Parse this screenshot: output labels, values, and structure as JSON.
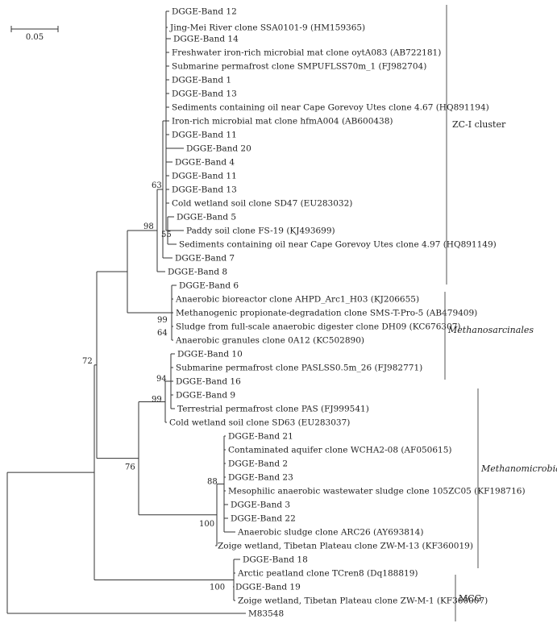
{
  "scale_bar": {
    "label": "0.05"
  },
  "leaves": [
    {
      "id": "L1",
      "label": "DGGE-Band 12"
    },
    {
      "id": "L2",
      "label": "Jing-Mei River clone SSA0101-9 (HM159365)"
    },
    {
      "id": "L3",
      "label": "DGGE-Band 14"
    },
    {
      "id": "L4",
      "label": "Freshwater iron-rich microbial mat clone oytA083 (AB722181)"
    },
    {
      "id": "L5",
      "label": "Submarine permafrost clone SMPUFLSS70m_1 (FJ982704)"
    },
    {
      "id": "L6",
      "label": "DGGE-Band 1"
    },
    {
      "id": "L7",
      "label": "DGGE-Band 13"
    },
    {
      "id": "L8",
      "label": "Sediments containing oil near Cape Gorevoy Utes clone 4.67 (HQ891194)"
    },
    {
      "id": "L9",
      "label": "Iron-rich microbial mat clone hfmA004 (AB600438)"
    },
    {
      "id": "L10",
      "label": "DGGE-Band 11"
    },
    {
      "id": "L11",
      "label": "DGGE-Band 20"
    },
    {
      "id": "L12",
      "label": "DGGE-Band 4"
    },
    {
      "id": "L13",
      "label": "DGGE-Band 11"
    },
    {
      "id": "L14",
      "label": "DGGE-Band 13"
    },
    {
      "id": "L15",
      "label": "Cold wetland soil clone SD47 (EU283032)"
    },
    {
      "id": "L16",
      "label": "DGGE-Band 5"
    },
    {
      "id": "L17",
      "label": "Paddy soil clone FS-19 (KJ493699)"
    },
    {
      "id": "L18",
      "label": "Sediments containing oil near Cape Gorevoy Utes clone 4.97 (HQ891149)"
    },
    {
      "id": "L19",
      "label": "DGGE-Band 7"
    },
    {
      "id": "L20",
      "label": "DGGE-Band 8"
    },
    {
      "id": "L21",
      "label": "DGGE-Band 6"
    },
    {
      "id": "L22",
      "label": "Anaerobic bioreactor clone AHPD_Arc1_H03 (KJ206655)"
    },
    {
      "id": "L23",
      "label": "Methanogenic propionate-degradation clone SMS-T-Pro-5 (AB479409)"
    },
    {
      "id": "L24",
      "label": "Sludge from full-scale anaerobic digester clone DH09 (KC676307)"
    },
    {
      "id": "L25",
      "label": "Anaerobic granules clone 0A12 (KC502890)"
    },
    {
      "id": "L26",
      "label": "DGGE-Band 10"
    },
    {
      "id": "L27",
      "label": "Submarine permafrost clone PASLSS0.5m_26 (FJ982771)"
    },
    {
      "id": "L28",
      "label": "DGGE-Band 16"
    },
    {
      "id": "L29",
      "label": "DGGE-Band 9"
    },
    {
      "id": "L30",
      "label": "Terrestrial permafrost clone PAS (FJ999541)"
    },
    {
      "id": "L31",
      "label": "Cold wetland soil clone SD63 (EU283037)"
    },
    {
      "id": "L32",
      "label": "DGGE-Band 21"
    },
    {
      "id": "L33",
      "label": "Contaminated aquifer clone WCHA2-08 (AF050615)"
    },
    {
      "id": "L34",
      "label": "DGGE-Band 2"
    },
    {
      "id": "L35",
      "label": "DGGE-Band 23"
    },
    {
      "id": "L36",
      "label": "Mesophilic anaerobic wastewater sludge clone 105ZC05 (KF198716)"
    },
    {
      "id": "L37",
      "label": "DGGE-Band 3"
    },
    {
      "id": "L38",
      "label": "DGGE-Band 22"
    },
    {
      "id": "L39",
      "label": "Anaerobic sludge clone ARC26 (AY693814)"
    },
    {
      "id": "L40",
      "label": "Zoige wetland, Tibetan Plateau clone ZW-M-13 (KF360019)"
    },
    {
      "id": "L41",
      "label": "DGGE-Band 18"
    },
    {
      "id": "L42",
      "label": "Arctic peatland clone TCren8 (Dq188819)"
    },
    {
      "id": "L43",
      "label": "DGGE-Band 19"
    },
    {
      "id": "L44",
      "label": "Zoige wetland, Tibetan Plateau clone ZW-M-1 (KF360007)"
    },
    {
      "id": "L45",
      "label": "M83548"
    }
  ],
  "bootstrap_values": [
    "63",
    "55",
    "98",
    "99",
    "64",
    "72",
    "94",
    "99",
    "88",
    "76",
    "100",
    "100"
  ],
  "clades": [
    {
      "name": "ZC-I cluster",
      "italic": false
    },
    {
      "name": "Methanosarcinales",
      "italic": true
    },
    {
      "name": "Methanomicrobiales",
      "italic": true
    },
    {
      "name": "MCG",
      "italic": false
    }
  ]
}
